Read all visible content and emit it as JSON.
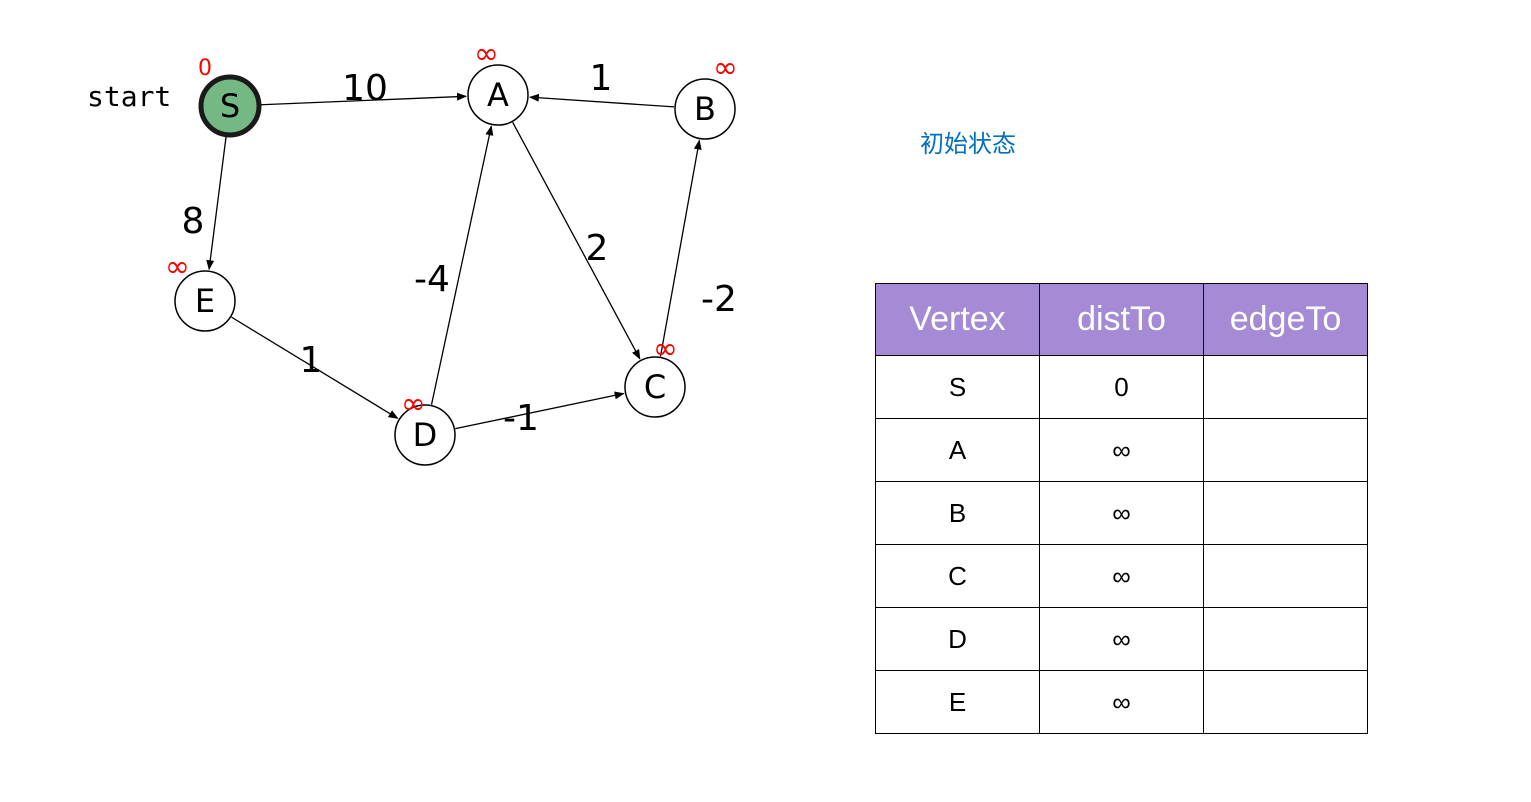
{
  "status_text": "初始状态",
  "start_label": "start",
  "colors": {
    "start_node_fill": "#74b883",
    "distance_mark": "#ff0000",
    "header_fill": "#a58ad6",
    "status_text": "#0070c0"
  },
  "graph": {
    "nodes": [
      {
        "id": "S",
        "label": "S",
        "dist": "0",
        "is_start": true
      },
      {
        "id": "A",
        "label": "A",
        "dist": "∞"
      },
      {
        "id": "B",
        "label": "B",
        "dist": "∞"
      },
      {
        "id": "C",
        "label": "C",
        "dist": "∞"
      },
      {
        "id": "D",
        "label": "D",
        "dist": "∞"
      },
      {
        "id": "E",
        "label": "E",
        "dist": "∞"
      }
    ],
    "edges": [
      {
        "from": "S",
        "to": "A",
        "weight": "10"
      },
      {
        "from": "B",
        "to": "A",
        "weight": "1"
      },
      {
        "from": "S",
        "to": "E",
        "weight": "8"
      },
      {
        "from": "A",
        "to": "C",
        "weight": "2"
      },
      {
        "from": "D",
        "to": "A",
        "weight": "-4"
      },
      {
        "from": "C",
        "to": "B",
        "weight": "-2"
      },
      {
        "from": "E",
        "to": "D",
        "weight": "1"
      },
      {
        "from": "D",
        "to": "C",
        "weight": "-1"
      }
    ]
  },
  "table": {
    "headers": [
      "Vertex",
      "distTo",
      "edgeTo"
    ],
    "rows": [
      [
        "S",
        "0",
        ""
      ],
      [
        "A",
        "∞",
        ""
      ],
      [
        "B",
        "∞",
        ""
      ],
      [
        "C",
        "∞",
        ""
      ],
      [
        "D",
        "∞",
        ""
      ],
      [
        "E",
        "∞",
        ""
      ]
    ]
  }
}
